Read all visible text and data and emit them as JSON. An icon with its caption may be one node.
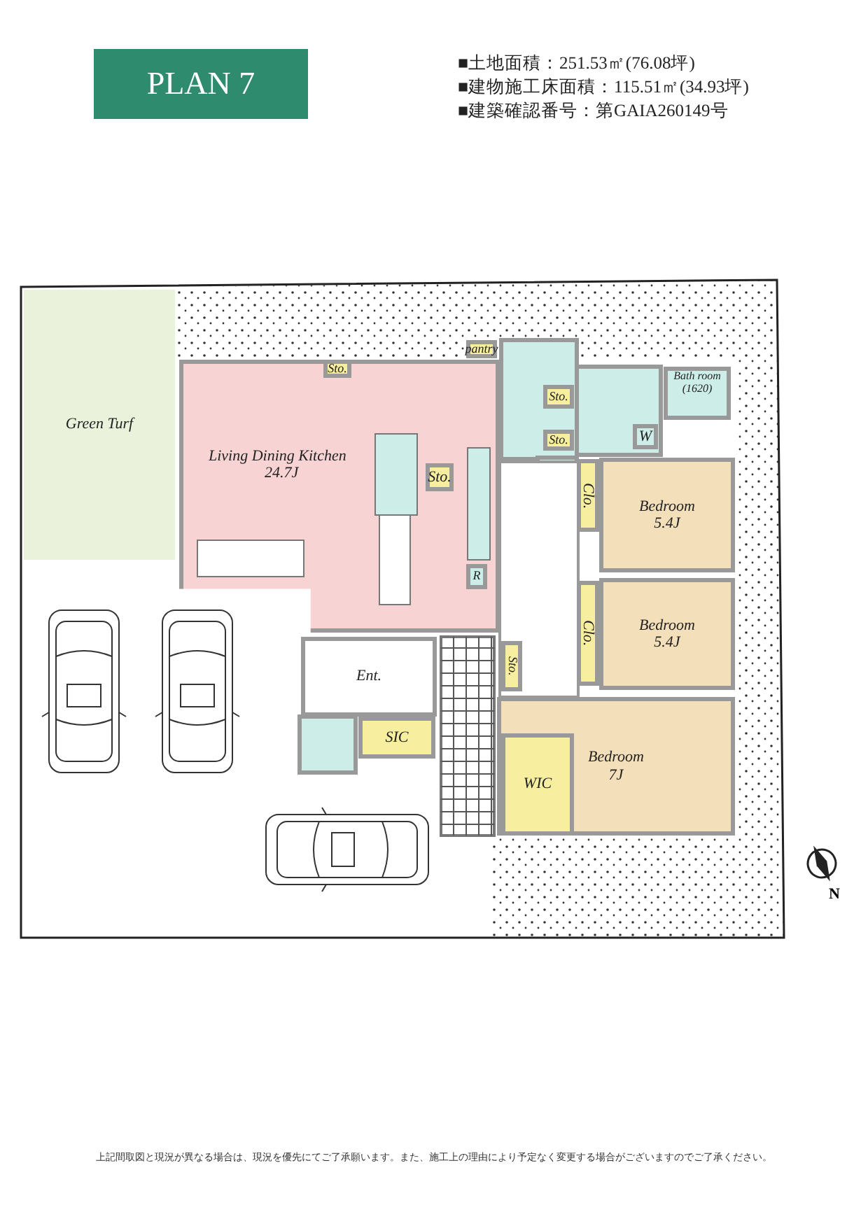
{
  "diagram": {
    "title": "PLAN 7",
    "nodes": [
      {
        "text": [
          "Green Turf"
        ]
      },
      {
        "text": [
          "Living Dining Kitchen",
          "24.7J"
        ]
      },
      {
        "text": [
          "Sto."
        ],
        "in": 1
      },
      {
        "text": [
          "Sto."
        ],
        "in": 1
      },
      {
        "text": [
          "R"
        ],
        "in": 1
      },
      {
        "text": [
          "pantry"
        ]
      },
      {
        "text": [
          "Sto."
        ]
      },
      {
        "text": [
          "Sto."
        ]
      },
      {
        "text": [
          "W"
        ]
      },
      {
        "text": [
          "Bath room (1620)"
        ]
      },
      {
        "text": [
          "Clo."
        ]
      },
      {
        "text": [
          "Bedroom",
          "5.4J"
        ]
      },
      {
        "text": [
          "Clo."
        ]
      },
      {
        "text": [
          "Bedroom",
          "5.4J"
        ]
      },
      {
        "text": [
          "Sto."
        ]
      },
      {
        "text": [
          "Ent."
        ]
      },
      {
        "text": [
          "SIC"
        ]
      },
      {
        "text": [
          "Bedroom",
          "7J"
        ]
      },
      {
        "text": [
          "WIC"
        ],
        "in": 17
      }
    ],
    "labels": [
      "■土地面積：251.53㎡(76.08坪)",
      "■建物施工床面積：115.51㎡(34.93坪)",
      "■建築確認番号：第GAIA260149号",
      "N",
      "上記間取図と現況が異なる場合は、現況を優先にてご了承願います。また、施工上の理由により予定なく変更する場合がございますのでご了承ください。"
    ]
  }
}
